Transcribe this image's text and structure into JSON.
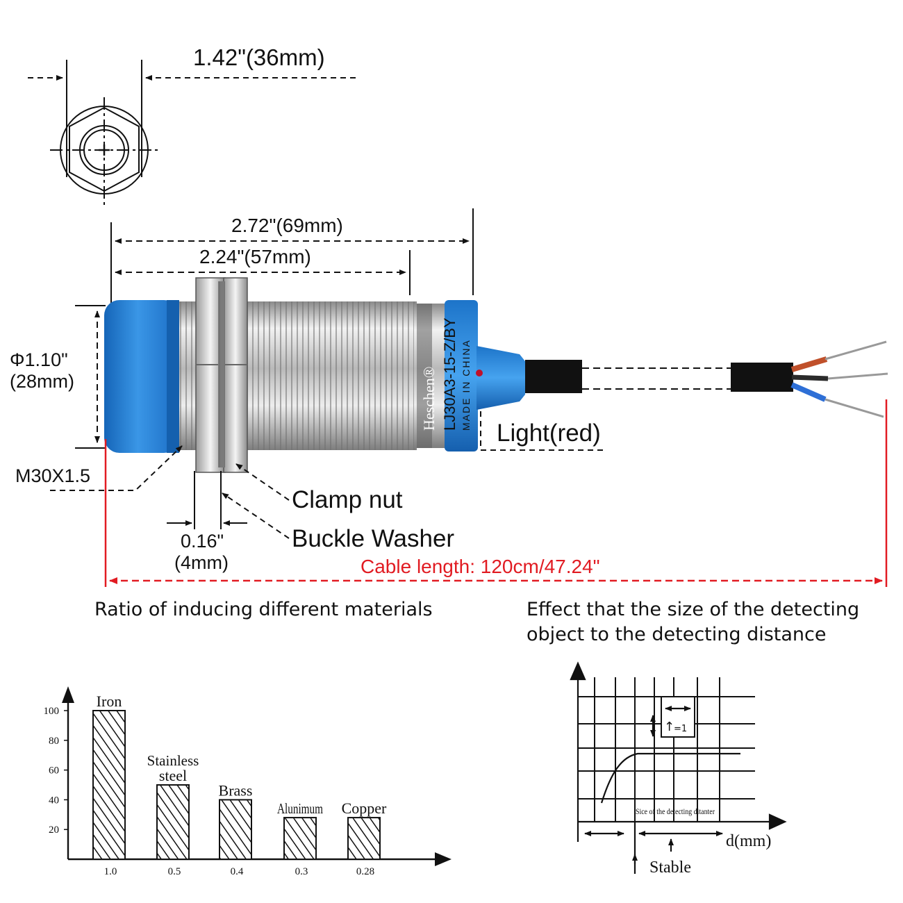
{
  "dimensions": {
    "hex_width": "1.42\"(36mm)",
    "total_length": "2.72\"(69mm)",
    "thread_length": "2.24\"(57mm)",
    "diameter_in": "Φ1.10\"",
    "diameter_mm": "(28mm)",
    "thread_spec": "M30X1.5",
    "washer_in": "0.16\"",
    "washer_mm": "(4mm)",
    "cable_length": "Cable length: 120cm/47.24\""
  },
  "callouts": {
    "light": "Light(red)",
    "clamp_nut": "Clamp nut",
    "buckle_washer": "Buckle Washer"
  },
  "sensor_print": {
    "brand": "Heschen®",
    "model": "LJ30A3-15-Z/BY",
    "origin": "MADE IN CHINA"
  },
  "captions": {
    "materials": "Ratio of inducing different materials",
    "size_effect_line1": "Effect that the size of the detecting",
    "size_effect_line2": "object to the detecting distance"
  },
  "colors": {
    "sensor_cap": "#1f7fd1",
    "body_metal": "#c9c9c9",
    "cable_red": "#e11b22",
    "wire_brown": "#c0502a",
    "wire_blue": "#2e6fd6"
  },
  "chart_data": [
    {
      "type": "bar",
      "categories": [
        "Iron",
        "Stainless steel",
        "Brass",
        "Alunimum",
        "Copper"
      ],
      "category_lines": [
        [
          "Iron"
        ],
        [
          "Stainless",
          "steel"
        ],
        [
          "Brass"
        ],
        [
          "Alunimum"
        ],
        [
          "Copper"
        ]
      ],
      "x_ticks": [
        "1.0",
        "0.5",
        "0.4",
        "0.3",
        "0.28"
      ],
      "values": [
        100,
        50,
        40,
        28,
        28
      ],
      "y_ticks": [
        "100",
        "80",
        "60",
        "40",
        "20"
      ],
      "y_tick_values": [
        100,
        80,
        60,
        40,
        20
      ],
      "ylim": [
        0,
        110
      ],
      "pattern": "hatched"
    },
    {
      "type": "line",
      "xlabel": "d(mm)",
      "annotation_stable": "Stable",
      "annotation_curve": "Sice of the detecting ditanter",
      "annotation_ratio": "=1",
      "grid": true
    }
  ]
}
